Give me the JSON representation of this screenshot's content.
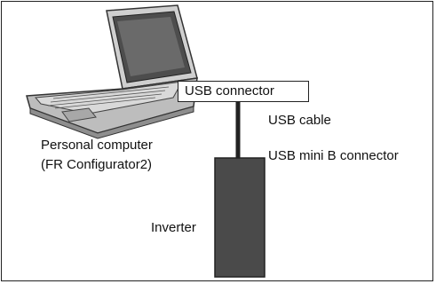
{
  "diagram": {
    "usb_connector_label": "USB connector",
    "usb_cable_label": "USB cable",
    "usb_mini_b_label": "USB mini B connector",
    "pc_label_line1": "Personal computer",
    "pc_label_line2": "(FR Configurator2)",
    "inverter_label": "Inverter"
  },
  "colors": {
    "outline": "#222222",
    "inverter_fill": "#4a4a4a",
    "laptop_body": "#c9c9c9",
    "laptop_screen": "#505050"
  },
  "icons": {
    "laptop": "laptop-icon"
  }
}
